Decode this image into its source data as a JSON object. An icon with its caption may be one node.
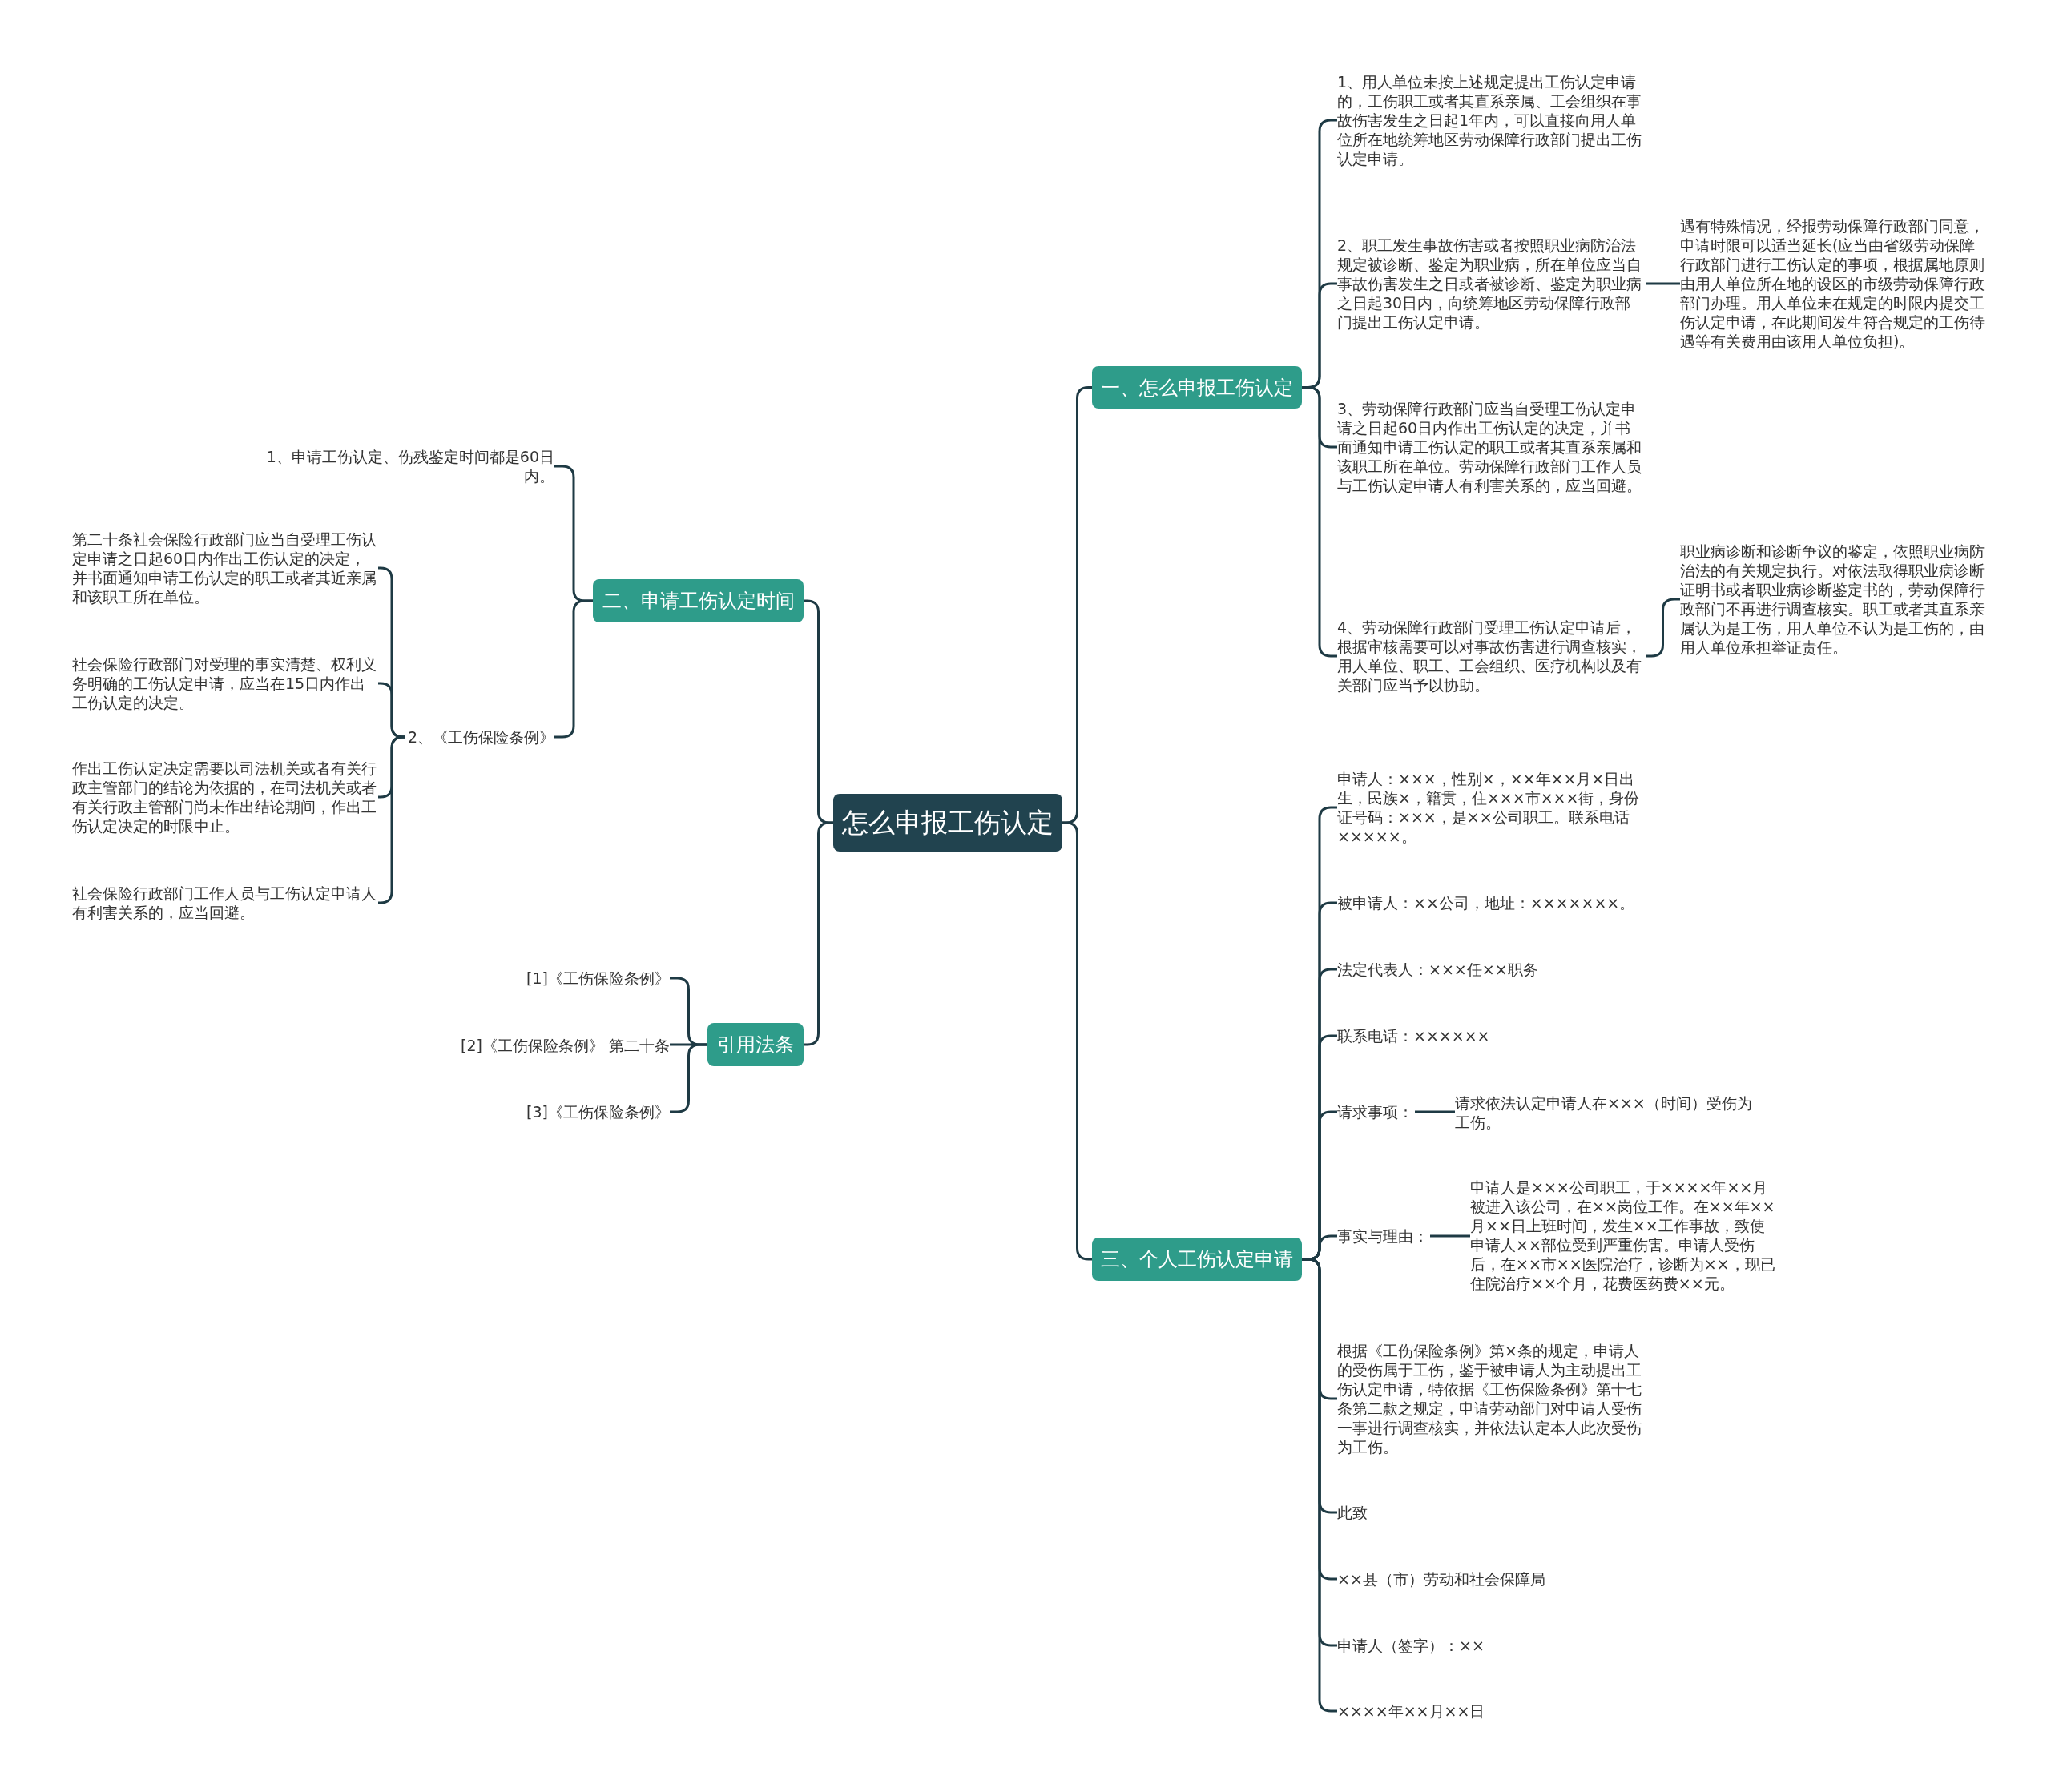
{
  "diagram": {
    "nodes": [
      {
        "text": [
          "怎么申报工伤认定"
        ]
      },
      {
        "text": [
          "一、怎么申报工伤认定"
        ]
      },
      {
        "text": [
          "1、用人单位未按上述规定提出工伤认定申请的，工伤职工或者其直系亲属、工会组织在事故伤害发生之日起1年内，可以直接向用人单位所在地统筹地区劳动保障行政部门提出工伤认定申请。"
        ]
      },
      {
        "text": [
          "2、职工发生事故伤害或者按照职业病防治法规定被诊断、鉴定为职业病，所在单位应当自事故伤害发生之日或者被诊断、鉴定为职业病之日起30日内，向统筹地区劳动保障行政部门提出工伤认定申请。"
        ]
      },
      {
        "text": [
          "遇有特殊情况，经报劳动保障行政部门同意，申请时限可以适当延长(应当由省级劳动保障行政部门进行工伤认定的事项，根据属地原则由用人单位所在地的设区的市级劳动保障行政部门办理。用人单位未在规定的时限内提交工伤认定申请，在此期间发生符合规定的工伤待遇等有关费用由该用人单位负担)。"
        ]
      },
      {
        "text": [
          "3、劳动保障行政部门应当自受理工伤认定申请之日起60日内作出工伤认定的决定，并书面通知申请工伤认定的职工或者其直系亲属和该职工所在单位。劳动保障行政部门工作人员与工伤认定申请人有利害关系的，应当回避。"
        ]
      },
      {
        "text": [
          "4、劳动保障行政部门受理工伤认定申请后，根据审核需要可以对事故伤害进行调查核实，用人单位、职工、工会组织、医疗机构以及有关部门应当予以协助。"
        ]
      },
      {
        "text": [
          "职业病诊断和诊断争议的鉴定，依照职业病防治法的有关规定执行。对依法取得职业病诊断证明书或者职业病诊断鉴定书的，劳动保障行政部门不再进行调查核实。职工或者其直系亲属认为是工伤，用人单位不认为是工伤的，由用人单位承担举证责任。"
        ]
      },
      {
        "text": [
          "二、申请工伤认定时间"
        ]
      },
      {
        "text": [
          "1、申请工伤认定、伤残鉴定时间都是60日内。"
        ]
      },
      {
        "text": [
          "2、《工伤保险条例》"
        ]
      },
      {
        "text": [
          "第二十条社会保险行政部门应当自受理工伤认定申请之日起60日内作出工伤认定的决定，并书面通知申请工伤认定的职工或者其近亲属和该职工所在单位。"
        ]
      },
      {
        "text": [
          "社会保险行政部门对受理的事实清楚、权利义务明确的工伤认定申请，应当在15日内作出工伤认定的决定。"
        ]
      },
      {
        "text": [
          "作出工伤认定决定需要以司法机关或者有关行政主管部门的结论为依据的，在司法机关或者有关行政主管部门尚未作出结论期间，作出工伤认定决定的时限中止。"
        ]
      },
      {
        "text": [
          "社会保险行政部门工作人员与工伤认定申请人有利害关系的，应当回避。"
        ]
      },
      {
        "text": [
          "引用法条"
        ]
      },
      {
        "text": [
          "[1]《工伤保险条例》"
        ]
      },
      {
        "text": [
          "[2]《工伤保险条例》 第二十条"
        ]
      },
      {
        "text": [
          "[3]《工伤保险条例》"
        ]
      },
      {
        "text": [
          "三、个人工伤认定申请"
        ]
      },
      {
        "text": [
          "申请人：×××，性别×，××年××月×日出生，民族×，籍贯，住×××市×××街，身份证号码：×××，是××公司职工。联系电话×××××。"
        ]
      },
      {
        "text": [
          "被申请人：××公司，地址：×××××××。"
        ]
      },
      {
        "text": [
          "法定代表人：×××任××职务"
        ]
      },
      {
        "text": [
          "联系电话：××××××"
        ]
      },
      {
        "text": [
          "请求事项："
        ]
      },
      {
        "text": [
          "请求依法认定申请人在×××（时间）受伤为工伤。"
        ]
      },
      {
        "text": [
          "事实与理由："
        ]
      },
      {
        "text": [
          "申请人是×××公司职工，于××××年××月被进入该公司，在××岗位工作。在××年××月××日上班时间，发生××工作事故，致使申请人××部位受到严重伤害。申请人受伤后，在××市××医院治疗，诊断为××，现已住院治疗××个月，花费医药费××元。"
        ]
      },
      {
        "text": [
          "根据《工伤保险条例》第×条的规定，申请人的受伤属于工伤，鉴于被申请人为主动提出工伤认定申请，特依据《工伤保险条例》第十七条第二款之规定，申请劳动部门对申请人受伤一事进行调查核实，并依法认定本人此次受伤为工伤。"
        ]
      },
      {
        "text": [
          "此致"
        ]
      },
      {
        "text": [
          "××县（市）劳动和社会保障局"
        ]
      },
      {
        "text": [
          "申请人（签字）：××"
        ]
      },
      {
        "text": [
          "××××年××月××日"
        ]
      }
    ],
    "edges": [
      {
        "from": 0,
        "to": 1,
        "arrow": "none"
      },
      {
        "from": 1,
        "to": 2,
        "arrow": "none"
      },
      {
        "from": 1,
        "to": 3,
        "arrow": "none"
      },
      {
        "from": 3,
        "to": 4,
        "arrow": "none"
      },
      {
        "from": 1,
        "to": 5,
        "arrow": "none"
      },
      {
        "from": 1,
        "to": 6,
        "arrow": "none"
      },
      {
        "from": 6,
        "to": 7,
        "arrow": "none"
      },
      {
        "from": 0,
        "to": 8,
        "arrow": "none"
      },
      {
        "from": 8,
        "to": 9,
        "arrow": "none"
      },
      {
        "from": 8,
        "to": 10,
        "arrow": "none"
      },
      {
        "from": 10,
        "to": 11,
        "arrow": "none"
      },
      {
        "from": 10,
        "to": 12,
        "arrow": "none"
      },
      {
        "from": 10,
        "to": 13,
        "arrow": "none"
      },
      {
        "from": 10,
        "to": 14,
        "arrow": "none"
      },
      {
        "from": 0,
        "to": 15,
        "arrow": "none"
      },
      {
        "from": 15,
        "to": 16,
        "arrow": "none"
      },
      {
        "from": 15,
        "to": 17,
        "arrow": "none"
      },
      {
        "from": 15,
        "to": 18,
        "arrow": "none"
      },
      {
        "from": 0,
        "to": 19,
        "arrow": "none"
      },
      {
        "from": 19,
        "to": 20,
        "arrow": "none"
      },
      {
        "from": 19,
        "to": 21,
        "arrow": "none"
      },
      {
        "from": 19,
        "to": 22,
        "arrow": "none"
      },
      {
        "from": 19,
        "to": 23,
        "arrow": "none"
      },
      {
        "from": 19,
        "to": 24,
        "arrow": "none"
      },
      {
        "from": 24,
        "to": 25,
        "arrow": "none"
      },
      {
        "from": 19,
        "to": 26,
        "arrow": "none"
      },
      {
        "from": 26,
        "to": 27,
        "arrow": "none"
      },
      {
        "from": 19,
        "to": 28,
        "arrow": "none"
      },
      {
        "from": 19,
        "to": 29,
        "arrow": "none"
      },
      {
        "from": 19,
        "to": 30,
        "arrow": "none"
      },
      {
        "from": 19,
        "to": 31,
        "arrow": "none"
      },
      {
        "from": 19,
        "to": 32,
        "arrow": "none"
      }
    ]
  }
}
